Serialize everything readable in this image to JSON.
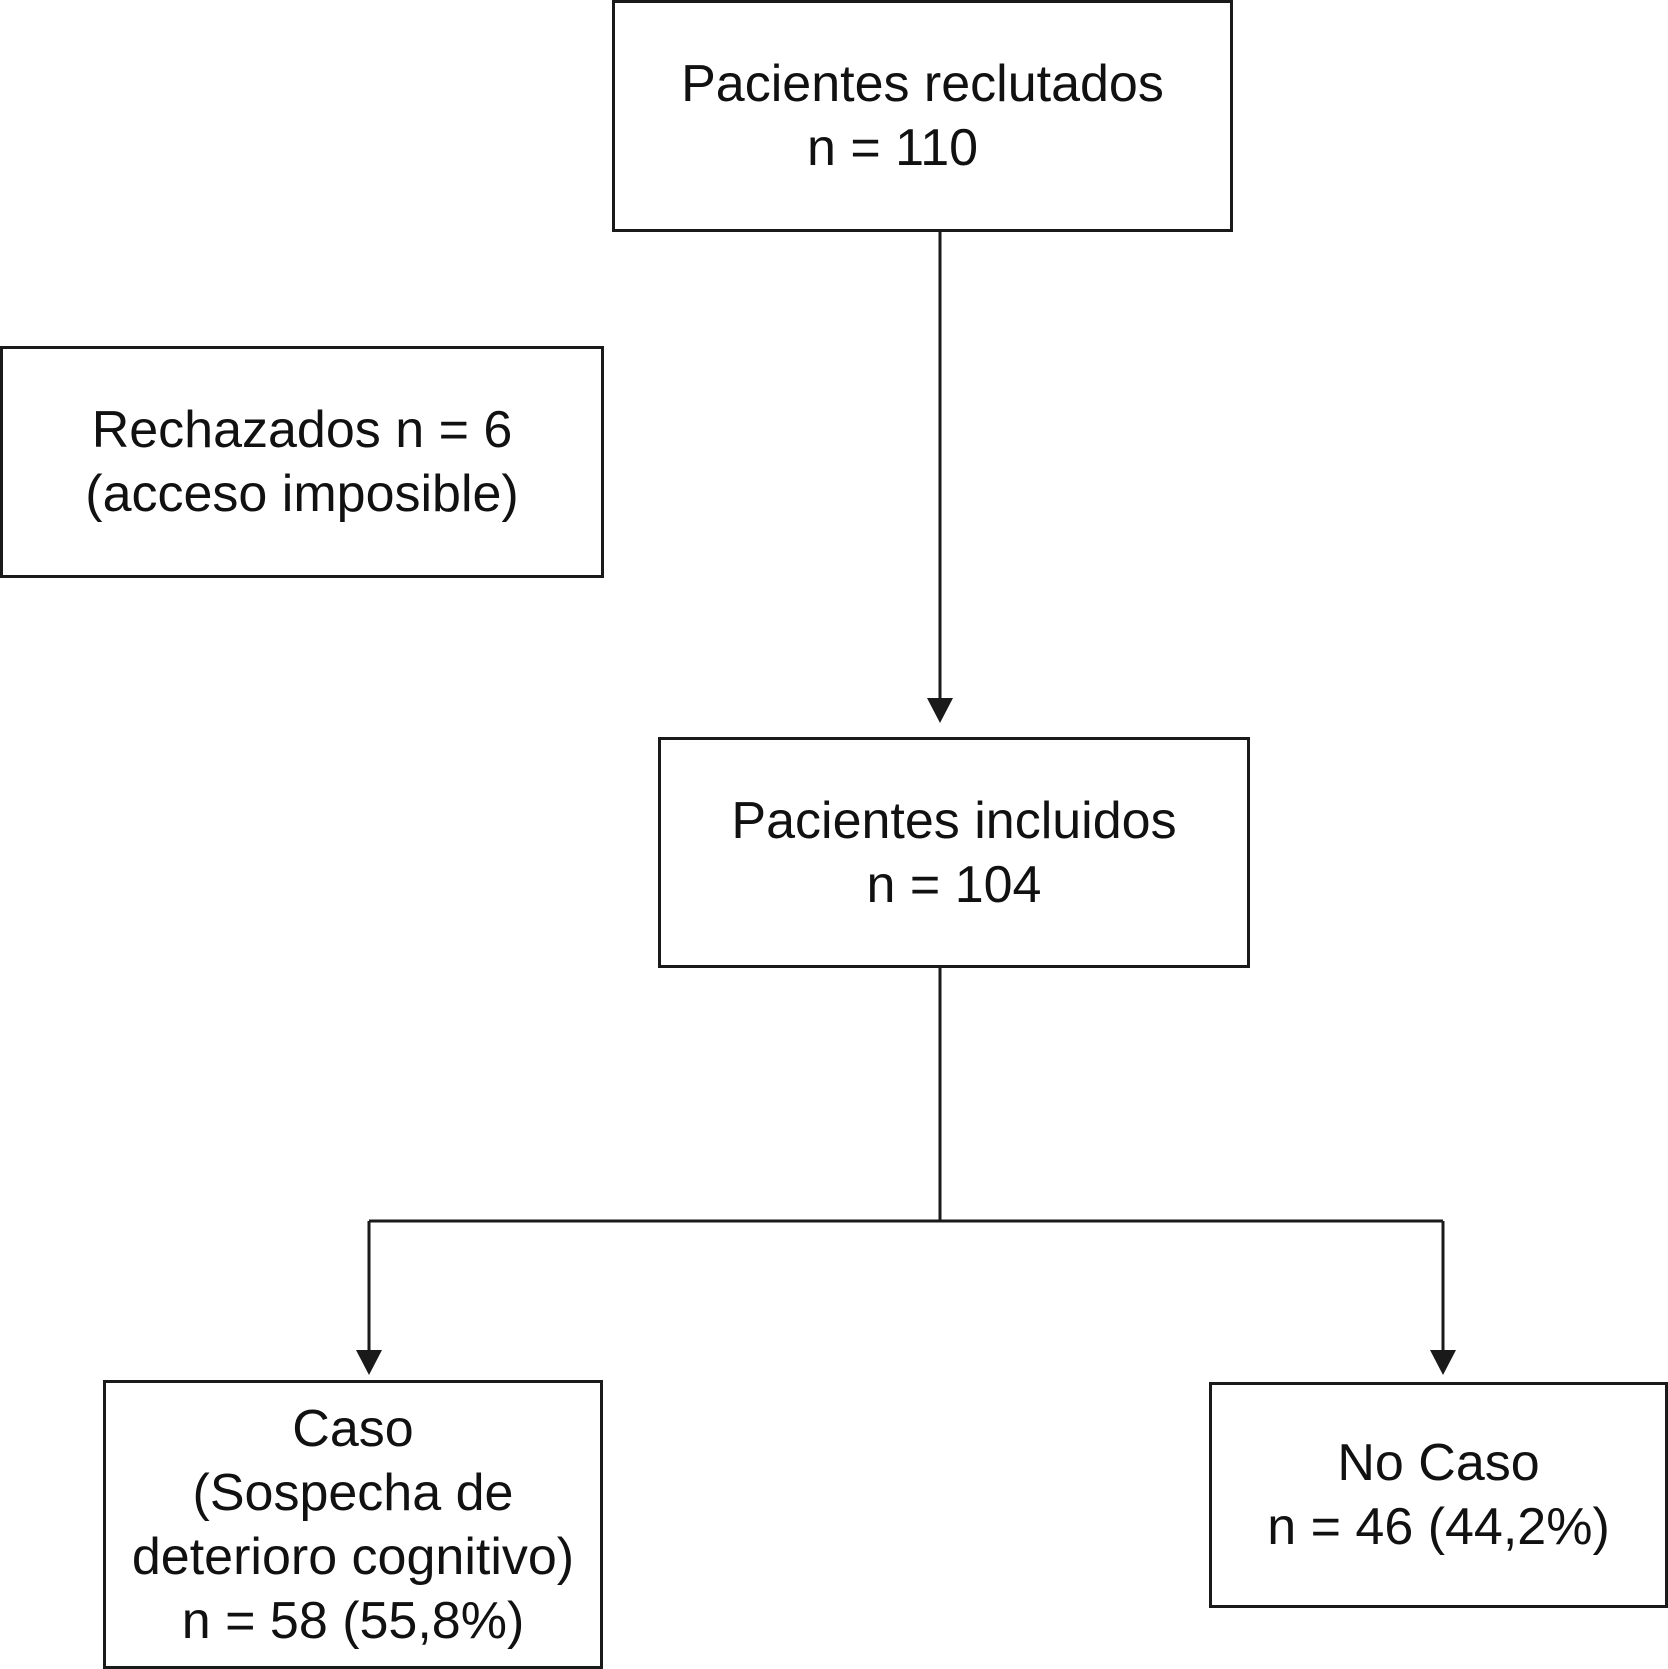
{
  "nodes": {
    "recruited": {
      "line1": "Pacientes reclutados",
      "line2": "n = 110"
    },
    "rejected": {
      "line1": "Rechazados n = 6",
      "line2": "(acceso imposible)"
    },
    "included": {
      "line1": "Pacientes incluidos",
      "line2": "n = 104"
    },
    "case": {
      "line1": "Caso",
      "line2": "(Sospecha de",
      "line3": "deterioro cognitivo)",
      "line4": "n = 58 (55,8%)"
    },
    "nocase": {
      "line1": "No Caso",
      "line2": "n = 46 (44,2%)"
    }
  },
  "edges": [
    {
      "from": "recruited",
      "to": "included"
    },
    {
      "from": "included",
      "to": "case"
    },
    {
      "from": "included",
      "to": "nocase"
    }
  ],
  "colors": {
    "stroke": "#1a1a1a",
    "background": "#ffffff",
    "text": "#111111"
  }
}
